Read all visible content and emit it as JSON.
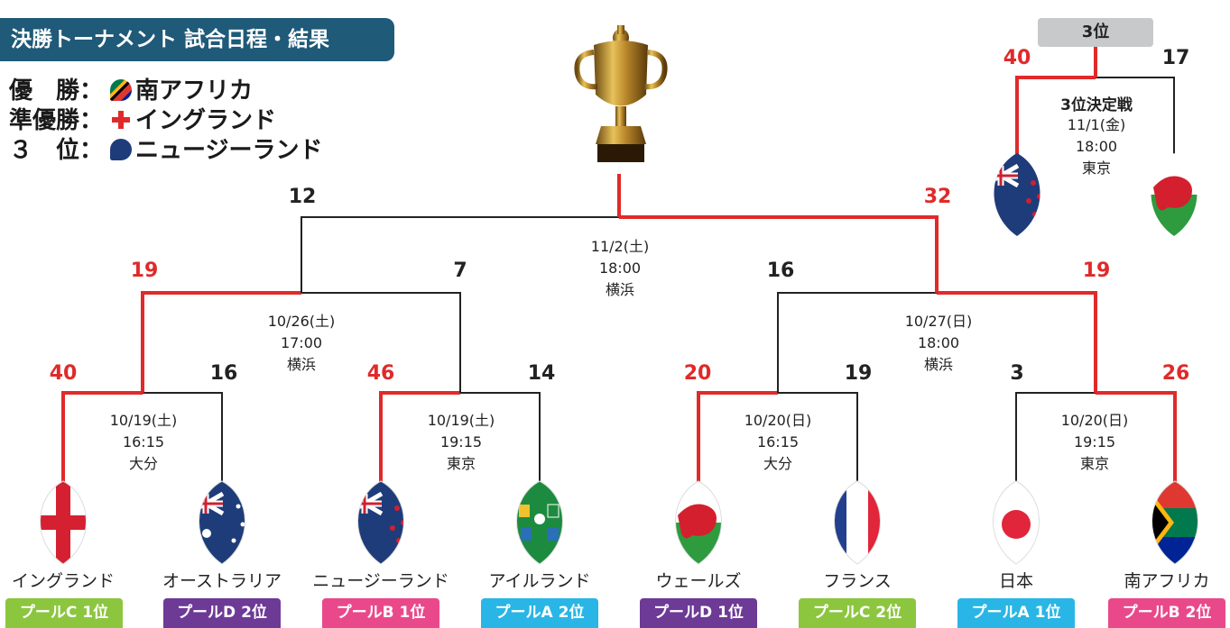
{
  "header": {
    "title": "決勝トーナメント 試合日程・結果"
  },
  "results": [
    {
      "label": "優　勝：",
      "team": "南アフリカ"
    },
    {
      "label": "準優勝：",
      "team": "イングランド"
    },
    {
      "label": "３　位：",
      "team": "ニュージーランド"
    }
  ],
  "colors": {
    "winner_line": "#e02a2a",
    "loser_line": "#222222",
    "header_bg": "#1f5a78",
    "pool_c": "#8cc63f",
    "pool_d": "#6d3a96",
    "pool_b": "#e9498b",
    "pool_a": "#29b6e6"
  },
  "teams": [
    {
      "name": "イングランド",
      "pool": "プールC 1位",
      "pool_color": "pool_c",
      "flag": "england-flag-icon"
    },
    {
      "name": "オーストラリア",
      "pool": "プールD 2位",
      "pool_color": "pool_d",
      "flag": "australia-flag-icon"
    },
    {
      "name": "ニュージーランド",
      "pool": "プールB 1位",
      "pool_color": "pool_b",
      "flag": "new-zealand-flag-icon"
    },
    {
      "name": "アイルランド",
      "pool": "プールA 2位",
      "pool_color": "pool_a",
      "flag": "ireland-flag-icon"
    },
    {
      "name": "ウェールズ",
      "pool": "プールD 1位",
      "pool_color": "pool_d",
      "flag": "wales-flag-icon"
    },
    {
      "name": "フランス",
      "pool": "プールC 2位",
      "pool_color": "pool_c",
      "flag": "france-flag-icon"
    },
    {
      "name": "日本",
      "pool": "プールA 1位",
      "pool_color": "pool_a",
      "flag": "japan-flag-icon"
    },
    {
      "name": "南アフリカ",
      "pool": "プールB 2位",
      "pool_color": "pool_b",
      "flag": "south-africa-flag-icon"
    }
  ],
  "quarterfinals": [
    {
      "date": "10/19(土)",
      "time": "16:15",
      "venue": "大分",
      "score_left": "40",
      "score_right": "16",
      "winner": "left"
    },
    {
      "date": "10/19(土)",
      "time": "19:15",
      "venue": "東京",
      "score_left": "46",
      "score_right": "14",
      "winner": "left"
    },
    {
      "date": "10/20(日)",
      "time": "16:15",
      "venue": "大分",
      "score_left": "20",
      "score_right": "19",
      "winner": "left"
    },
    {
      "date": "10/20(日)",
      "time": "19:15",
      "venue": "東京",
      "score_left": "3",
      "score_right": "26",
      "winner": "right"
    }
  ],
  "semifinals": [
    {
      "date": "10/26(土)",
      "time": "17:00",
      "venue": "横浜",
      "score_left": "19",
      "score_right": "7",
      "winner": "left"
    },
    {
      "date": "10/27(日)",
      "time": "18:00",
      "venue": "横浜",
      "score_left": "16",
      "score_right": "19",
      "winner": "right"
    }
  ],
  "final": {
    "date": "11/2(土)",
    "time": "18:00",
    "venue": "横浜",
    "score_left": "12",
    "score_right": "32",
    "winner": "right"
  },
  "third_place": {
    "label": "3位",
    "title": "3位決定戦",
    "date": "11/1(金)",
    "time": "18:00",
    "venue": "東京",
    "score_left": "40",
    "score_right": "17",
    "winner": "left",
    "team_left_flag": "new-zealand-flag-icon",
    "team_right_flag": "wales-flag-icon"
  },
  "trophy": "trophy-icon"
}
